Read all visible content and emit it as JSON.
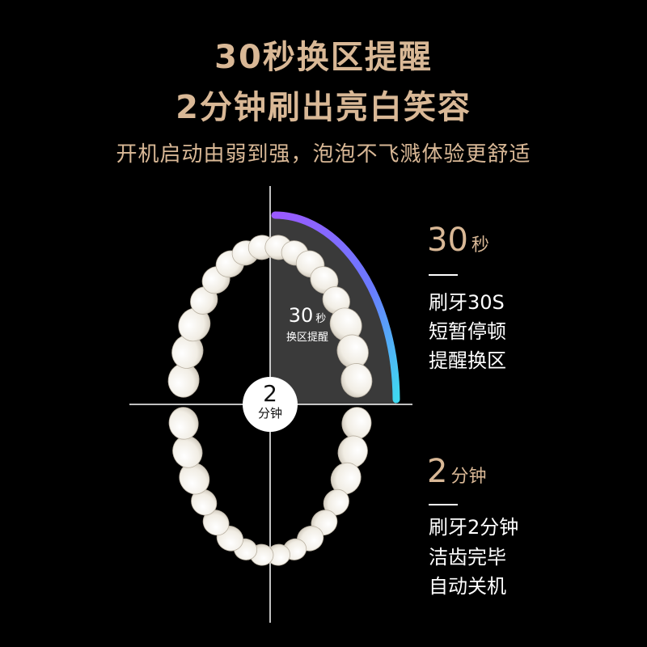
{
  "header": {
    "title_line1": "30秒换区提醒",
    "title_line2": "2分钟刷出亮白笑容",
    "subtitle": "开机启动由弱到强，泡泡不飞溅体验更舒适"
  },
  "diagram": {
    "quadrant_label": {
      "number": "30",
      "unit": "秒",
      "text": "换区提醒"
    },
    "center": {
      "number": "2",
      "unit": "分钟"
    },
    "progress_fraction": 0.25,
    "arc_gradient": [
      "#9b59ff",
      "#6a7bff",
      "#3fd8f0"
    ],
    "quadrant_fill": "#3a3a3a"
  },
  "side_info": {
    "top": {
      "value": "30",
      "unit": "秒",
      "lines": [
        "刷牙30S",
        "短暂停顿",
        "提醒换区"
      ]
    },
    "bottom": {
      "value": "2",
      "unit": "分钟",
      "lines": [
        "刷牙2分钟",
        "洁齿完毕",
        "自动关机"
      ]
    }
  },
  "colors": {
    "accent": "#d9b896",
    "background": "#000000",
    "text": "#ffffff"
  }
}
